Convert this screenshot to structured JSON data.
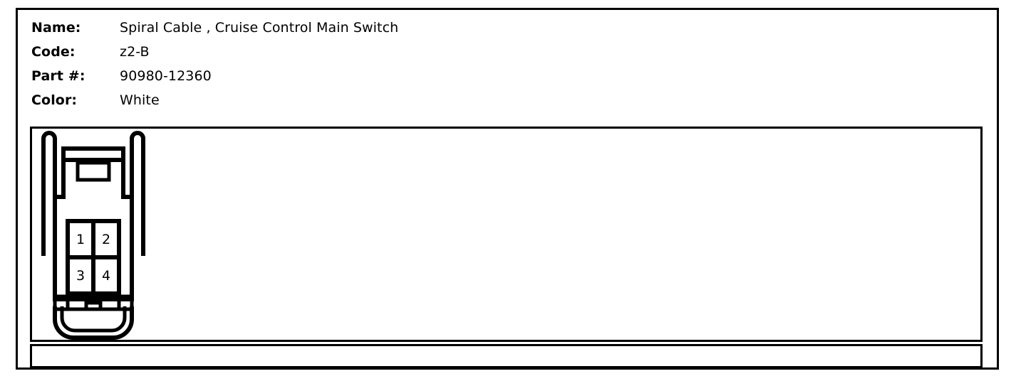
{
  "sheet": {
    "spec": {
      "rows": [
        {
          "label": "Name:",
          "value": "Spiral Cable , Cruise Control Main Switch"
        },
        {
          "label": "Code:",
          "value": "z2-B"
        },
        {
          "label": "Part #:",
          "value": "90980-12360"
        },
        {
          "label": "Color:",
          "value": "White"
        }
      ]
    },
    "diagram": {
      "title": "connector-face-view",
      "connector_type": "4-way rectangular female connector",
      "pin_count": 4,
      "pin_layout": "2 columns x 2 rows",
      "pins": [
        {
          "number": "1",
          "row": 0,
          "col": 0
        },
        {
          "number": "2",
          "row": 0,
          "col": 1
        },
        {
          "number": "3",
          "row": 1,
          "col": 0
        },
        {
          "number": "4",
          "row": 1,
          "col": 1
        }
      ],
      "line_color": "#000000",
      "fill_color": "#ffffff"
    },
    "caption": {
      "text": ""
    },
    "colors": {
      "line": "#000000",
      "background": "#ffffff",
      "text": "#000000"
    }
  }
}
